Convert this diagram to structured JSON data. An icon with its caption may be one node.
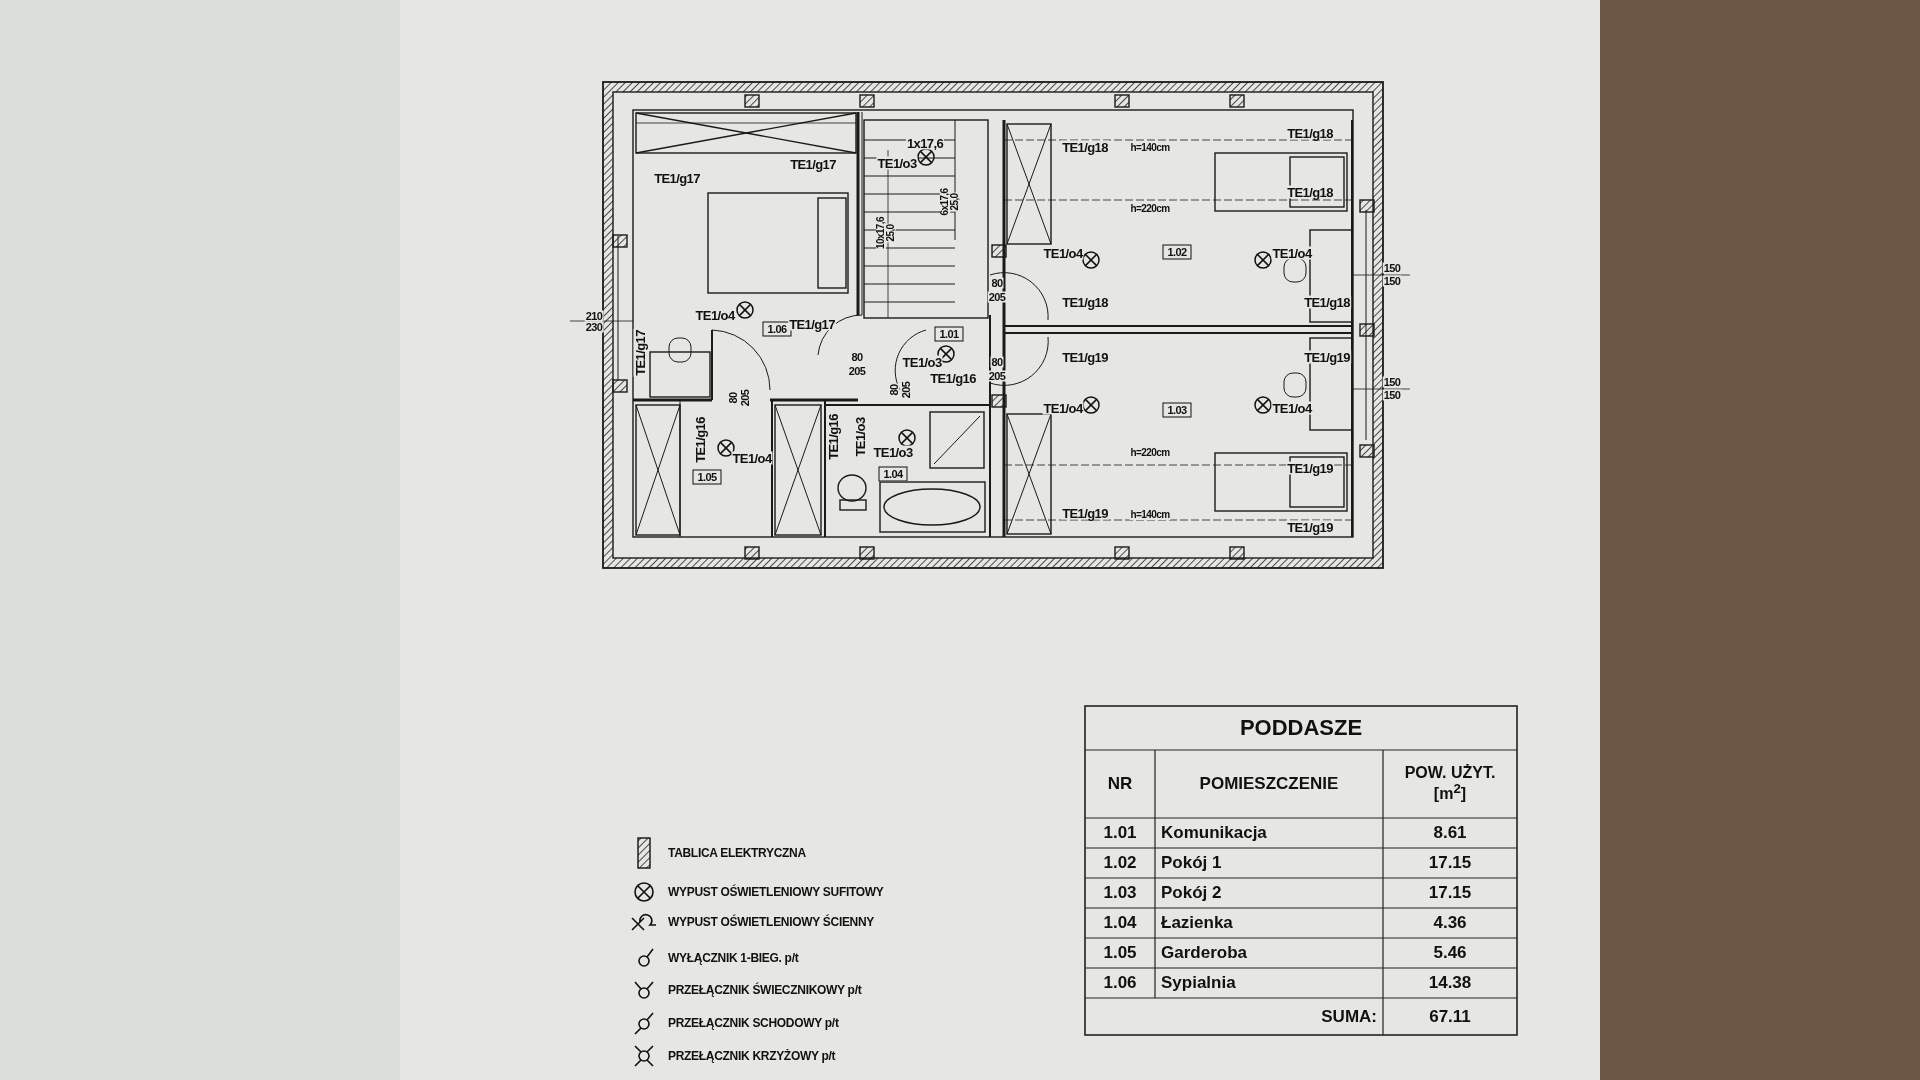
{
  "diagram": {
    "labels": [
      "1x17,6",
      "TE1/g18",
      "TE1/g18",
      "h=140cm",
      "TE1/o3",
      "TE1/g17",
      "TE1/g17",
      "TE1/g18",
      "6x17,6",
      "25,0",
      "h=220cm",
      "10x17,6",
      "25,0",
      "TE1/o4",
      "1.02",
      "TE1/o4",
      "150",
      "80",
      "150",
      "205",
      "TE1/g18",
      "TE1/g18",
      "210",
      "230",
      "TE1/o4",
      "1.06",
      "TE1/g17",
      "1.01",
      "TE1/g17",
      "TE1/g19",
      "TE1/g19",
      "80",
      "205",
      "TE1/o3",
      "80",
      "205",
      "TE1/g16",
      "150",
      "150",
      "80",
      "205",
      "80",
      "205",
      "TE1/o4",
      "1.03",
      "TE1/o4",
      "TE1/g16",
      "TE1/o4",
      "TE1/g16",
      "TE1/o3",
      "TE1/o3",
      "h=220cm",
      "TE1/g19",
      "1.05",
      "1.04",
      "TE1/g19",
      "h=140cm",
      "TE1/g19",
      "PODDASZE",
      "NR",
      "POMIESZCZENIE",
      "POW. UŻYT. [m$^{2}$]",
      "1.01",
      "Komunikacja",
      "8.61",
      "1.02",
      "Pokój 1",
      "17.15",
      "1.03",
      "Pokój 2",
      "17.15",
      "1.04",
      "Łazienka",
      "4.36",
      "1.05",
      "Garderoba",
      "5.46",
      "1.06",
      "Sypialnia",
      "14.38",
      "SUMA:",
      "67.11"
    ],
    "legend": [
      {
        "text": "TABLICA ELEKTRYCZNA"
      },
      {
        "text": "WYPUST OŚWIETLENIOWY SUFITOWY"
      },
      {
        "text": "WYPUST OŚWIETLENIOWY ŚCIENNY"
      },
      {
        "text": "WYŁĄCZNIK 1-BIEG. p/t"
      },
      {
        "text": "PRZEŁĄCZNIK ŚWIECZNIKOWY p/t"
      },
      {
        "text": "PRZEŁĄCZNIK SCHODOWY p/t"
      },
      {
        "text": "PRZEŁĄCZNIK KRZYŻOWY p/t"
      }
    ]
  }
}
